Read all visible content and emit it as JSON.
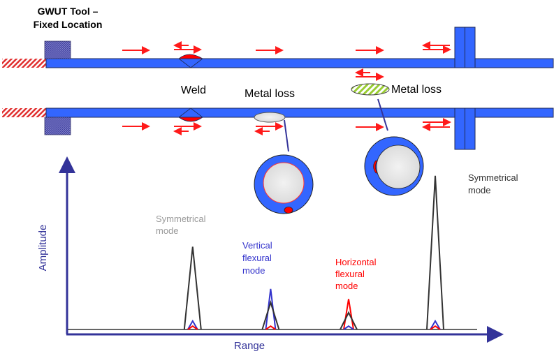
{
  "title": "GWUT Tool – Fixed Location",
  "title_lines": [
    "GWUT Tool –",
    "Fixed Location"
  ],
  "colors": {
    "pipe": "#3366ff",
    "pipe_outline": "#1f2a55",
    "defect": "#ff0000",
    "arrow": "#ff1a1a",
    "axis": "#333399",
    "signal_black": "#333333",
    "signal_blue": "#3333cc",
    "signal_red": "#ff0000",
    "metal_loss_hatch": "#99cc33",
    "tool": "#5a5ab0"
  },
  "features": {
    "weld_label": "Weld",
    "metal_loss_1_label": "Metal loss",
    "metal_loss_2_label": "Metal loss"
  },
  "annotations": {
    "symmetrical_mode_1": [
      "Symmetrical",
      "mode"
    ],
    "vertical_flexural": [
      "Vertical",
      "flexural",
      "mode"
    ],
    "horizontal_flexural": [
      "Horizontal",
      "flexural",
      "mode"
    ],
    "symmetrical_mode_2": [
      "Symmetrical",
      "mode"
    ]
  },
  "axes": {
    "xlabel": "Range",
    "ylabel": "Amplitude"
  },
  "chart_data": {
    "type": "line",
    "title": "",
    "xlabel": "Range",
    "ylabel": "Amplitude",
    "xlim": [
      0,
      100
    ],
    "ylim": [
      0,
      100
    ],
    "grid": false,
    "peaks": [
      {
        "name": "weld",
        "x": 29,
        "symmetrical": 49,
        "vertical_flexural": 5,
        "horizontal_flexural": 2
      },
      {
        "name": "metal-loss-bottom",
        "x": 47,
        "symmetrical": 16,
        "vertical_flexural": 24,
        "horizontal_flexural": 2
      },
      {
        "name": "metal-loss-side",
        "x": 65,
        "symmetrical": 10,
        "vertical_flexural": 2,
        "horizontal_flexural": 18
      },
      {
        "name": "tee-branch",
        "x": 85,
        "symmetrical": 91,
        "vertical_flexural": 5,
        "horizontal_flexural": 2
      }
    ],
    "series": [
      {
        "name": "Symmetrical mode",
        "color": "#333333"
      },
      {
        "name": "Vertical flexural mode",
        "color": "#3333cc"
      },
      {
        "name": "Horizontal flexural mode",
        "color": "#ff0000"
      }
    ]
  }
}
